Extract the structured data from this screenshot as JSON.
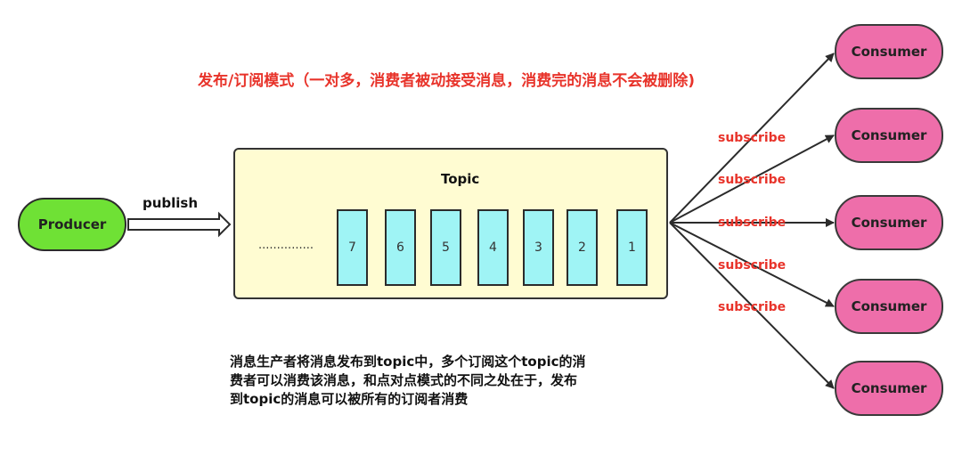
{
  "title": "发布/订阅模式（一对多，消费者被动接受消息，消费完的消息不会被删除)",
  "producer": {
    "label": "Producer"
  },
  "publish_label": "publish",
  "topic": {
    "label": "Topic",
    "ellipsis": "...............",
    "messages": [
      "7",
      "6",
      "5",
      "4",
      "3",
      "2",
      "1"
    ]
  },
  "subscribe_label": "subscribe",
  "consumers": [
    "Consumer",
    "Consumer",
    "Consumer",
    "Consumer",
    "Consumer"
  ],
  "description": [
    "消息生产者将消息发布到topic中，多个订阅这个topic的消",
    "费者可以消费该消息，和点对点模式的不同之处在于，发布",
    "到topic的消息可以被所有的订阅者消费"
  ],
  "colors": {
    "producer": "#6fe135",
    "topic_bg": "#fffcd2",
    "message": "#9ff4f5",
    "consumer": "#ee6eaa",
    "accent_red": "#e8332a"
  }
}
